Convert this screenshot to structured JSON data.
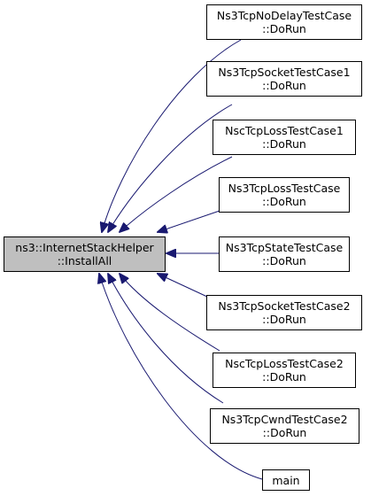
{
  "colors": {
    "edge": "#191970",
    "root_fill": "#bfbfbf",
    "node_fill": "#ffffff",
    "border": "#000000"
  },
  "root": {
    "line1": "ns3::InternetStackHelper",
    "line2": "::InstallAll"
  },
  "callers": [
    {
      "line1": "Ns3TcpNoDelayTestCase",
      "line2": "::DoRun"
    },
    {
      "line1": "Ns3TcpSocketTestCase1",
      "line2": "::DoRun"
    },
    {
      "line1": "NscTcpLossTestCase1",
      "line2": "::DoRun"
    },
    {
      "line1": "Ns3TcpLossTestCase",
      "line2": "::DoRun"
    },
    {
      "line1": "Ns3TcpStateTestCase",
      "line2": "::DoRun"
    },
    {
      "line1": "Ns3TcpSocketTestCase2",
      "line2": "::DoRun"
    },
    {
      "line1": "NscTcpLossTestCase2",
      "line2": "::DoRun"
    },
    {
      "line1": "Ns3TcpCwndTestCase2",
      "line2": "::DoRun"
    },
    {
      "line1": "main",
      "line2": ""
    }
  ]
}
